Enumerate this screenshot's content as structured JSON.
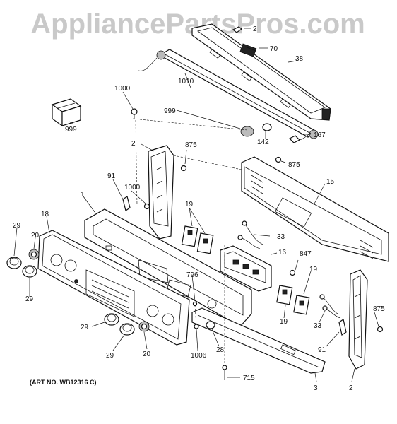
{
  "watermark": "AppliancePartsPros.com",
  "art_number": "(ART NO. WB12316 C)",
  "callouts": {
    "c2_top": "2",
    "c70": "70",
    "c38": "38",
    "c1000_top": "1000",
    "c1010": "1010",
    "c999_box": "999",
    "c999_wire": "999",
    "c142": "142",
    "c167": "167",
    "c2_left": "2",
    "c875_top": "875",
    "c875_mid": "875",
    "c15": "15",
    "c91_left": "91",
    "c1000_mid": "1000",
    "c1": "1",
    "c19_left": "19",
    "c18": "18",
    "c33_top": "33",
    "c29_tl": "29",
    "c20_left": "20",
    "c16": "16",
    "c847": "847",
    "c29_ml": "29",
    "c796": "796",
    "c19_right": "19",
    "c875_right": "875",
    "c29_bl": "29",
    "c19_low": "19",
    "c33_low": "33",
    "c29_bottom": "29",
    "c20_bottom": "20",
    "c1006": "1006",
    "c28": "28",
    "c91_right": "91",
    "c715": "715",
    "c3": "3",
    "c2_right": "2"
  }
}
